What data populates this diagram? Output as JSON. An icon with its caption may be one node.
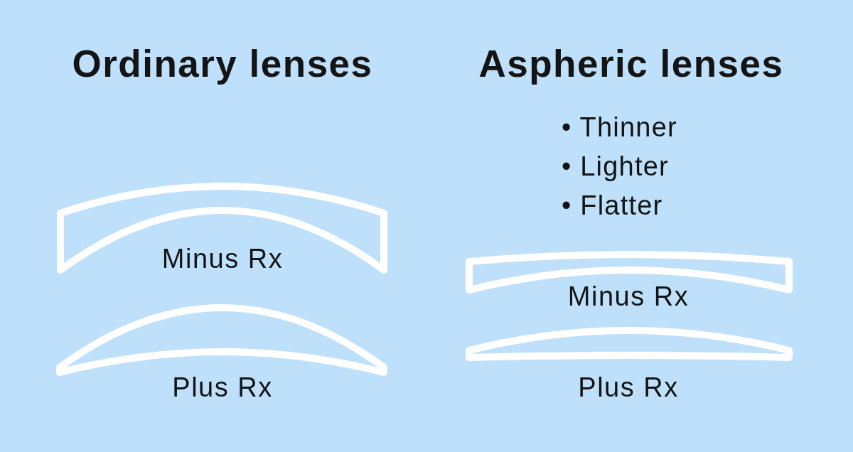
{
  "diagram": {
    "nodes": [
      {
        "text": [],
        "shape": "lens",
        "beside": [
          "Minus Rx"
        ]
      },
      {
        "text": [],
        "shape": "lens",
        "beside": [
          "Plus Rx"
        ]
      },
      {
        "text": [],
        "shape": "lens",
        "beside": [
          "Minus Rx"
        ]
      },
      {
        "text": [],
        "shape": "lens",
        "beside": [
          "Plus Rx"
        ]
      }
    ],
    "labels": [
      "Ordinary lenses",
      "Aspheric lenses",
      "• Thinner",
      "• Lighter",
      "• Flatter"
    ]
  }
}
